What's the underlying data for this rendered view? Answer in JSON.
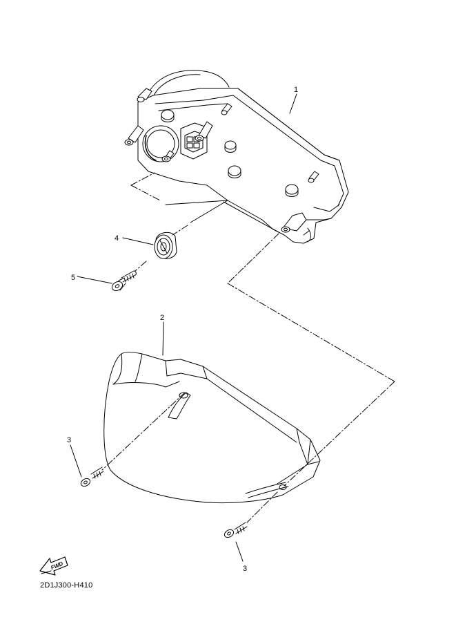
{
  "diagram": {
    "code": "2D1J300-H410",
    "fwd_label": "FWD",
    "callouts": [
      {
        "id": "c1",
        "label": "1"
      },
      {
        "id": "c2",
        "label": "2"
      },
      {
        "id": "c3a",
        "label": "3"
      },
      {
        "id": "c3b",
        "label": "3"
      },
      {
        "id": "c4",
        "label": "4"
      },
      {
        "id": "c5",
        "label": "5"
      }
    ]
  }
}
